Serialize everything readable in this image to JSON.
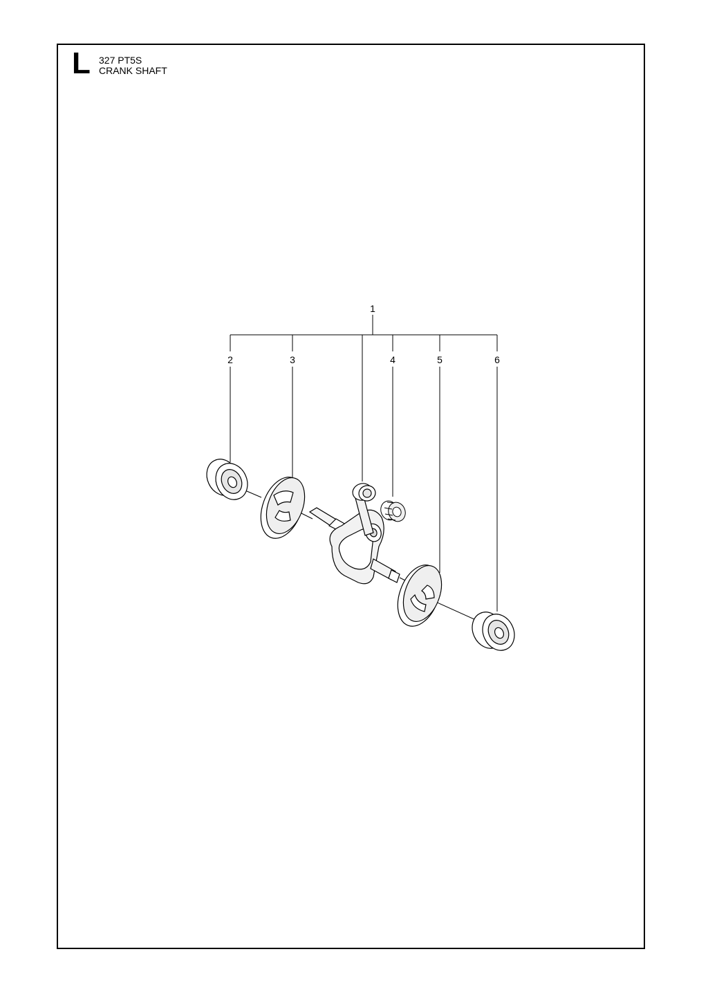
{
  "header": {
    "section_letter": "L",
    "model": "327 PT5S",
    "title": "CRANK SHAFT"
  },
  "callouts": {
    "assembly": "1",
    "bearing_left": "2",
    "washer_left": "3",
    "needle_bearing": "4",
    "washer_right": "5",
    "bearing_right": "6"
  }
}
